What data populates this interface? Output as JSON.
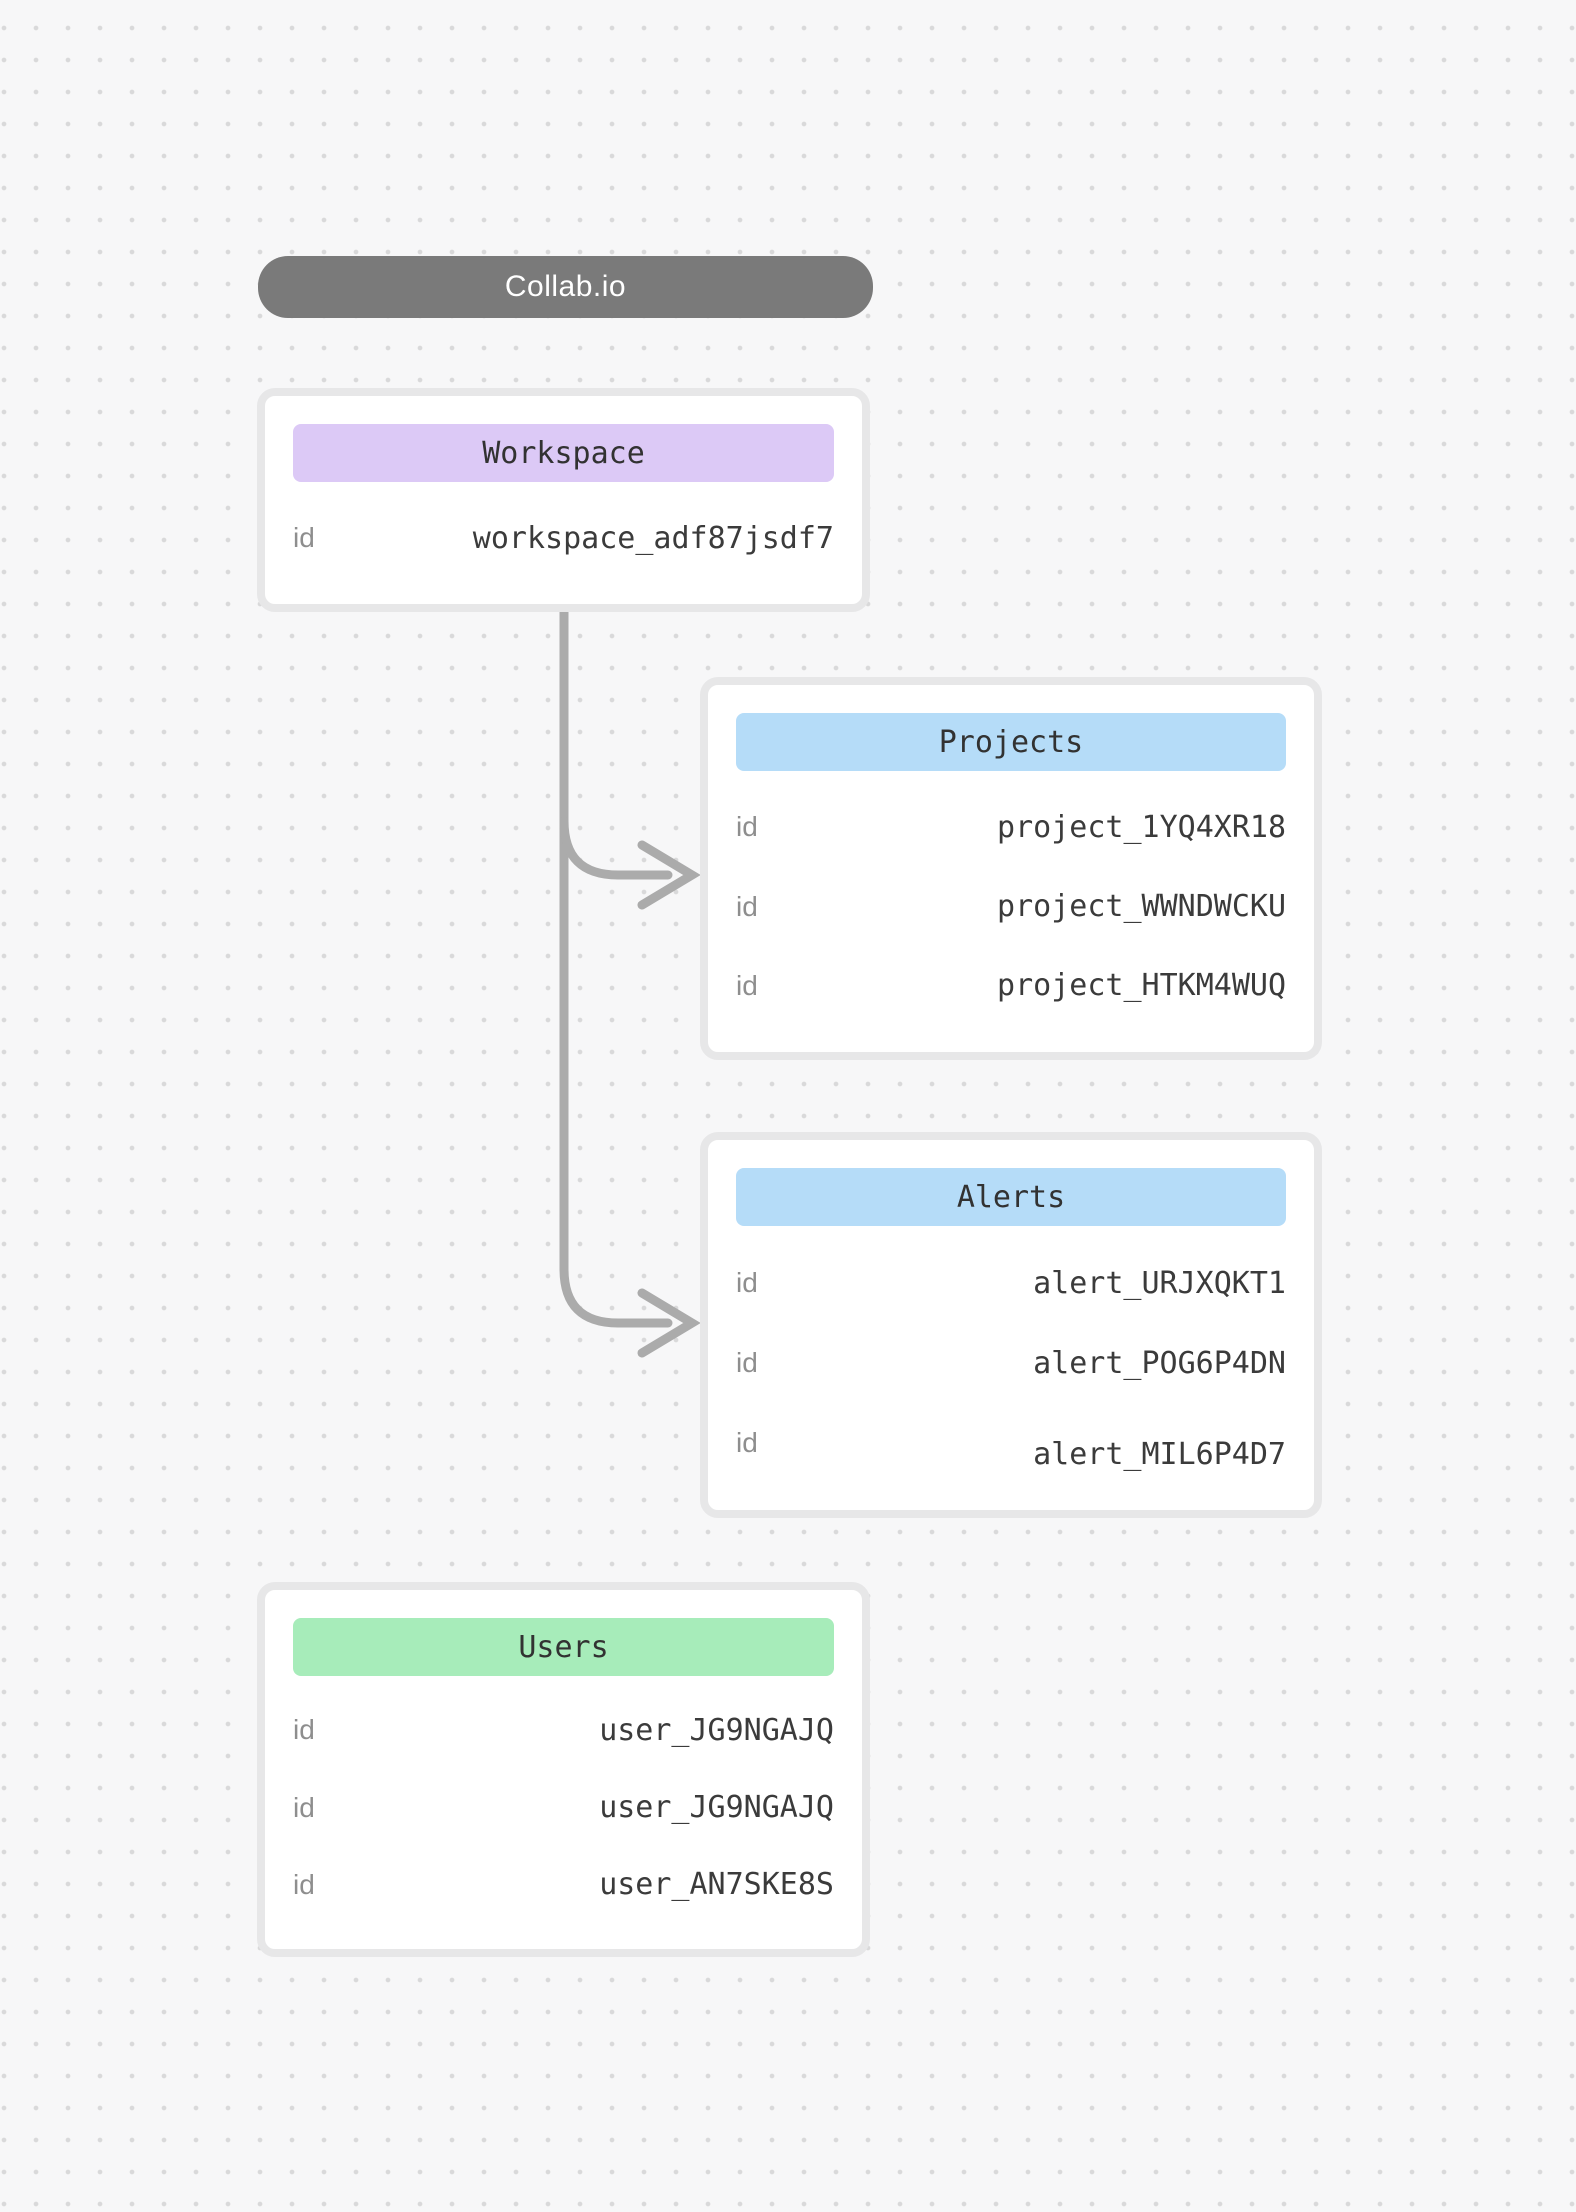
{
  "app": {
    "title_pill": "Collab.io"
  },
  "theme": {
    "pill_bg": "#7a7a7a",
    "pill_text": "#ffffff",
    "page_bg": "#f7f7f8",
    "dot_color": "#d9d9da",
    "card_bg": "#ffffff",
    "card_border": "#e7e7e8",
    "connector_color": "#ababab",
    "workspace_header_bg": "#dcc9f6",
    "projects_header_bg": "#b5dcf8",
    "alerts_header_bg": "#b5dcf8",
    "users_header_bg": "#a7ecba",
    "key_text_color": "#8e8e8e",
    "value_text_color": "#3b3b3b"
  },
  "entities": {
    "workspace": {
      "title": "Workspace",
      "header_bg": "#dcc9f6",
      "rows": [
        {
          "label": "id",
          "value": "workspace_adf87jsdf7"
        }
      ]
    },
    "projects": {
      "title": "Projects",
      "header_bg": "#b5dcf8",
      "rows": [
        {
          "label": "id",
          "value": "project_1YQ4XR18"
        },
        {
          "label": "id",
          "value": "project_WWNDWCKU"
        },
        {
          "label": "id",
          "value": "project_HTKM4WUQ"
        }
      ]
    },
    "alerts": {
      "title": "Alerts",
      "header_bg": "#b5dcf8",
      "rows": [
        {
          "label": "id",
          "value": "alert_URJXQKT1"
        },
        {
          "label": "id",
          "value": "alert_POG6P4DN"
        },
        {
          "label": "id",
          "value": "alert_MIL6P4D7"
        }
      ]
    },
    "users": {
      "title": "Users",
      "header_bg": "#a7ecba",
      "rows": [
        {
          "label": "id",
          "value": "user_JG9NGAJQ"
        },
        {
          "label": "id",
          "value": "user_JG9NGAJQ"
        },
        {
          "label": "id",
          "value": "user_AN7SKE8S"
        }
      ]
    }
  }
}
